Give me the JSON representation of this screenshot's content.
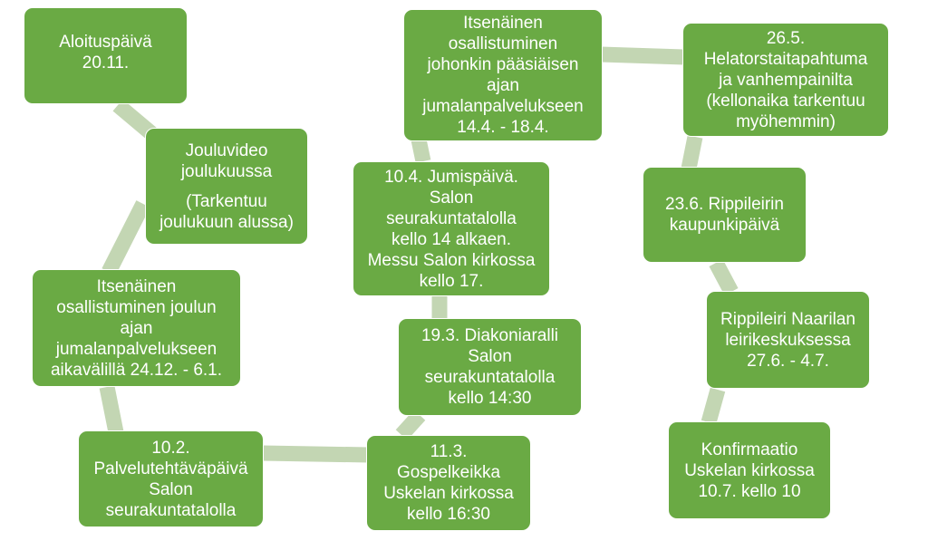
{
  "colors": {
    "box_fill": "#6aaa44",
    "box_text": "#ffffff",
    "connector": "#c3d6b3",
    "background": "#ffffff"
  },
  "steps": [
    {
      "lines": [
        "Aloituspäivä",
        "20.11."
      ]
    },
    {
      "lines": [
        "Jouluvideo",
        "joulukuussa"
      ],
      "extra_lines": [
        "(Tarkentuu",
        "joulukuun alussa)"
      ]
    },
    {
      "lines": [
        "Itsenäinen",
        "osallistuminen joulun",
        "ajan",
        "jumalanpalvelukseen",
        "aikavälillä 24.12. - 6.1."
      ]
    },
    {
      "lines": [
        "10.2.",
        "Palvelutehtäväpäivä",
        "Salon",
        "seurakuntatalolla"
      ]
    },
    {
      "lines": [
        "11.3.",
        "Gospelkeikka",
        "Uskelan kirkossa",
        "kello 16:30"
      ]
    },
    {
      "lines": [
        "19.3. Diakoniaralli",
        "Salon",
        "seurakuntatalolla",
        "kello 14:30"
      ]
    },
    {
      "lines": [
        "10.4. Jumispäivä.",
        "Salon",
        "seurakuntatalolla",
        "kello 14 alkaen.",
        "Messu Salon kirkossa",
        "kello 17."
      ]
    },
    {
      "lines": [
        "Itsenäinen",
        "osallistuminen",
        "johonkin pääsiäisen",
        "ajan",
        "jumalanpalvelukseen",
        "14.4. - 18.4."
      ]
    },
    {
      "lines": [
        "26.5.",
        "Helatorstaitapahtuma",
        "ja vanhempainilta",
        "(kellonaika tarkentuu",
        "myöhemmin)"
      ]
    },
    {
      "lines": [
        "23.6. Rippileirin",
        "kaupunkipäivä"
      ]
    },
    {
      "lines": [
        "Rippileiri Naarilan",
        "leirikeskuksessa",
        "27.6. - 4.7."
      ]
    },
    {
      "lines": [
        "Konfirmaatio",
        "Uskelan kirkossa",
        "10.7. kello 10"
      ]
    }
  ]
}
